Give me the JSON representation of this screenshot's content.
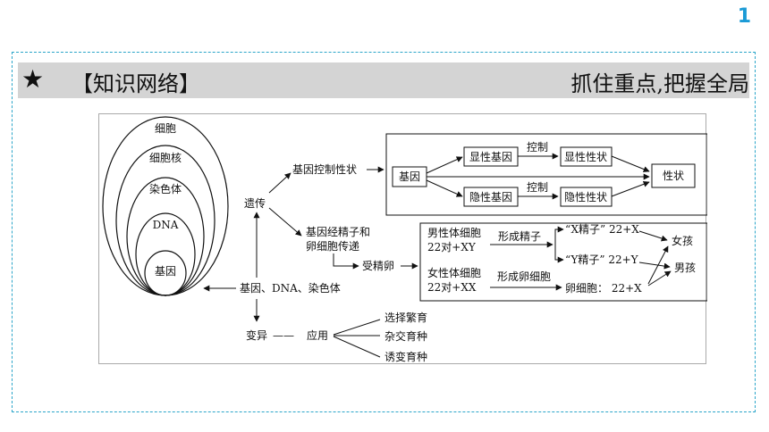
{
  "page_number": "1",
  "banner": {
    "star": "★",
    "title": "【知识网络】",
    "right": "抓住重点,把握全局"
  },
  "diagram": {
    "ovals": [
      "细胞",
      "细胞核",
      "染色体",
      "DNA",
      "基因"
    ],
    "center": "基因、DNA、染色体",
    "heredity": "遗传",
    "control": "基因控制性状",
    "gene": "基因",
    "dominant_gene": "显性基因",
    "recessive_gene": "隐性基因",
    "control_label_1": "控制",
    "control_label_2": "控制",
    "dominant_trait": "显性性状",
    "recessive_trait": "隐性性状",
    "trait": "性状",
    "transfer_1": "基因经精子和",
    "transfer_2": "卵细胞传递",
    "fertilized": "受精卵",
    "male_cell": "男性体细胞",
    "male_chrom": "22对+XY",
    "female_cell": "女性体细胞",
    "female_chrom": "22对+XX",
    "form_sperm": "形成精子",
    "form_egg": "形成卵细胞",
    "x_sperm": "“X精子”  22+X",
    "y_sperm": "“Y精子”  22+Y",
    "egg": "卵细胞：  22+X",
    "girl": "女孩",
    "boy": "男孩",
    "variation": "变异",
    "dash": "——",
    "application": "应用",
    "breed_1": "选择繁育",
    "breed_2": "杂交育种",
    "breed_3": "诱变育种"
  }
}
